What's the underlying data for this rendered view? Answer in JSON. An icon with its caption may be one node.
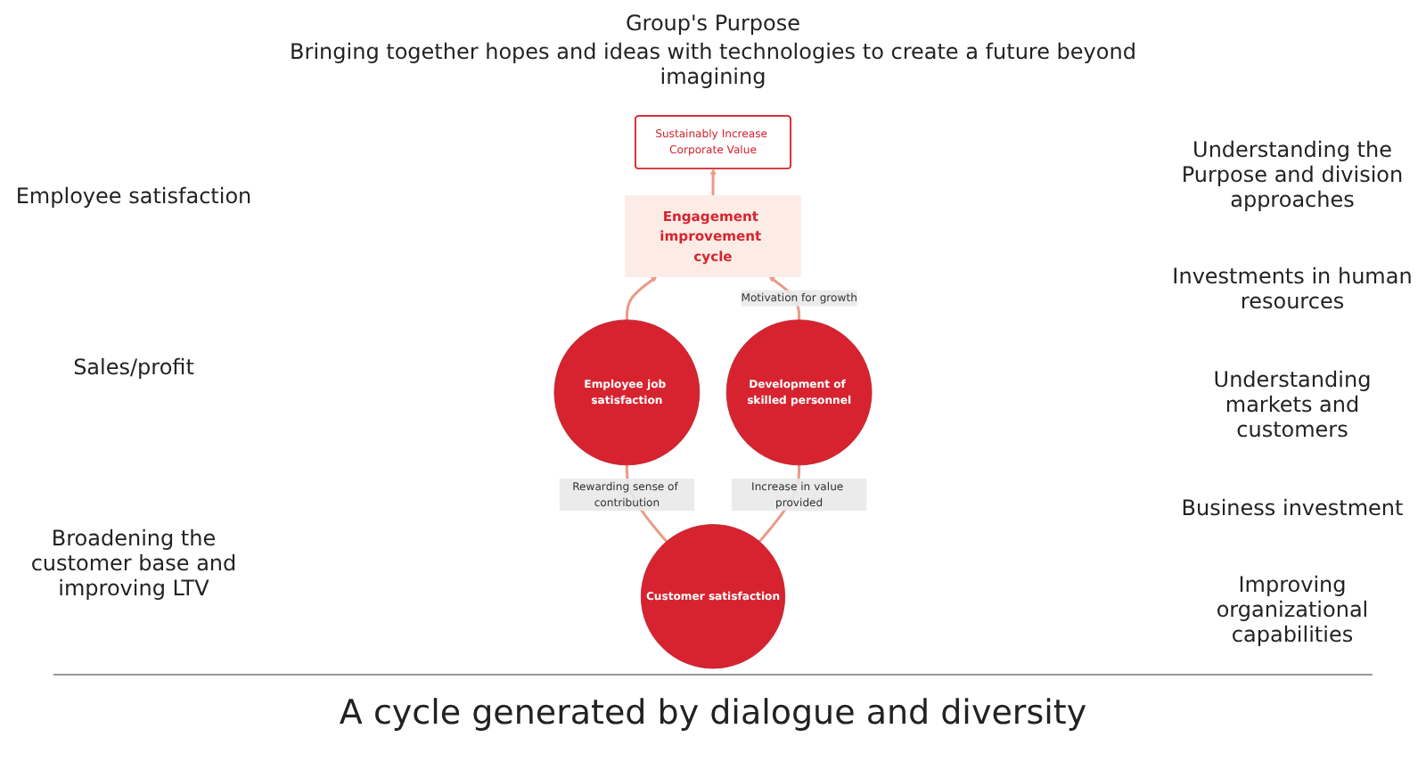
{
  "diagram": {
    "caption": "A cycle generated by dialogue and diversity",
    "nodes": [
      {
        "text": [
          "Sustainably Increase Corporate Value"
        ]
      },
      {
        "text": [
          "Engagement improvement cycle"
        ]
      },
      {
        "text": [
          "Employee job satisfaction"
        ]
      },
      {
        "text": [
          "Development of skilled personnel"
        ]
      },
      {
        "text": [
          "Customer satisfaction"
        ]
      }
    ],
    "edges": [
      {
        "from": 1,
        "to": 0,
        "arrow": "to"
      },
      {
        "from": 2,
        "to": 1,
        "arrow": "to"
      },
      {
        "from": 3,
        "to": 1,
        "label": "Motivation for growth",
        "arrow": "to"
      },
      {
        "from": 4,
        "to": 2,
        "label": "Rewarding sense of contribution",
        "arrow": "none"
      },
      {
        "from": 4,
        "to": 3,
        "label": "Increase in value provided",
        "arrow": "none"
      }
    ],
    "labels": [
      "Group's Purpose",
      "Bringing together hopes and ideas with technologies to create a future beyond imagining",
      "Employee satisfaction",
      "Understanding the Purpose and division approaches",
      "Investments in human resources",
      "Sales/profit",
      "Broadening the customer base and improving LTV",
      "Understanding markets and customers",
      "Business investment",
      "Improving organizational capabilities"
    ]
  }
}
